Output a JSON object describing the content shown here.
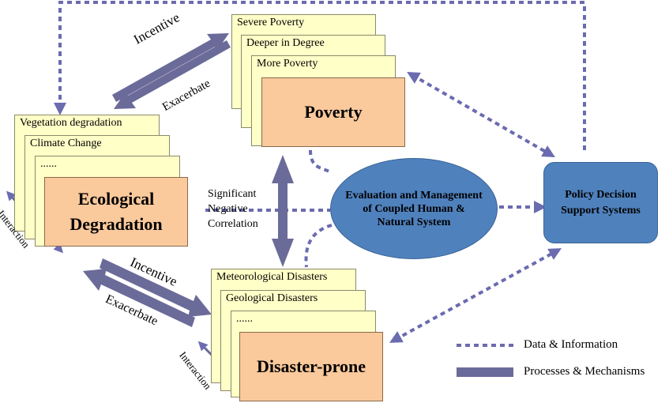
{
  "poverty": {
    "title": "Poverty",
    "cards": [
      "Severe Poverty",
      "Deeper in Degree",
      "More Poverty"
    ]
  },
  "ecological": {
    "title": "Ecological Degradation",
    "cards": [
      "Vegetation degradation",
      "Climate Change",
      "......"
    ]
  },
  "disaster": {
    "title": "Disaster-prone",
    "cards": [
      "Meteorological Disasters",
      "Geological Disasters",
      "......"
    ]
  },
  "center": {
    "label": "Evaluation and Management of Coupled  Human & Natural System"
  },
  "policy": {
    "label": "Policy Decision Support Systems"
  },
  "correlation": {
    "label": "Significant Negative Correlation"
  },
  "arrows": {
    "incentive_top": "Incentive",
    "exacerbate_top": "Exacerbate",
    "incentive_bottom": "Incentive",
    "exacerbate_bottom": "Exacerbate",
    "interaction_left": "Interaction",
    "interaction_bottom": "Interaction"
  },
  "legend": {
    "data_info": "Data & Information",
    "processes": "Processes & Mechanisms"
  },
  "colors": {
    "arrow": "#6b6b9a",
    "dotted": "#6b6bb0",
    "card": "#ffffc8",
    "main_box": "#fac99c",
    "blue_shape": "#4f81bd"
  }
}
